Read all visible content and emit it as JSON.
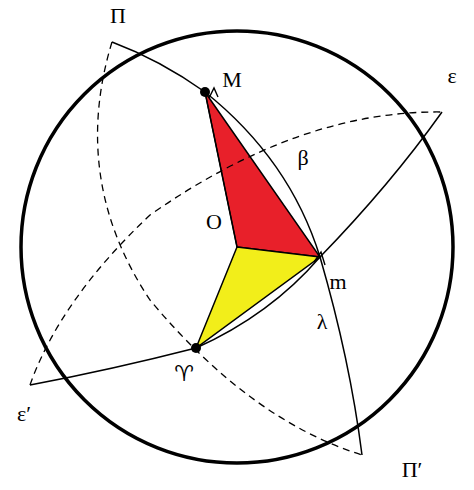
{
  "diagram": {
    "labels": [
      "Π",
      "M",
      "ε",
      "β",
      "O",
      "m",
      "λ",
      "♈",
      "ε′",
      "Π′"
    ]
  }
}
